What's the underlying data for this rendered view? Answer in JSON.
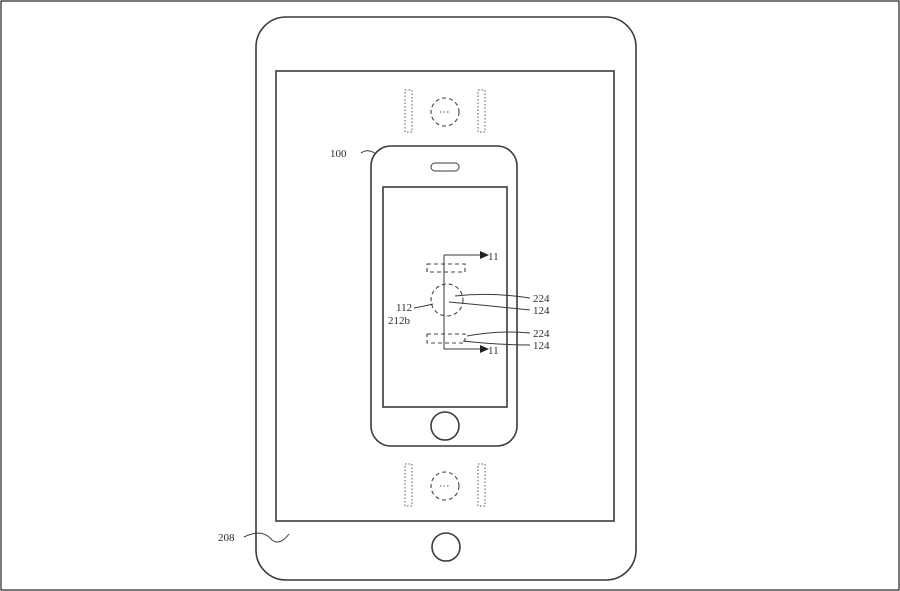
{
  "labels": {
    "tablet": "208",
    "phone": "100",
    "upper_label_a": "224",
    "upper_label_b": "124",
    "lower_label_a": "224",
    "lower_label_b": "124",
    "left_label_a": "112",
    "left_label_b": "212b",
    "section_top": "11",
    "section_bottom": "11"
  }
}
